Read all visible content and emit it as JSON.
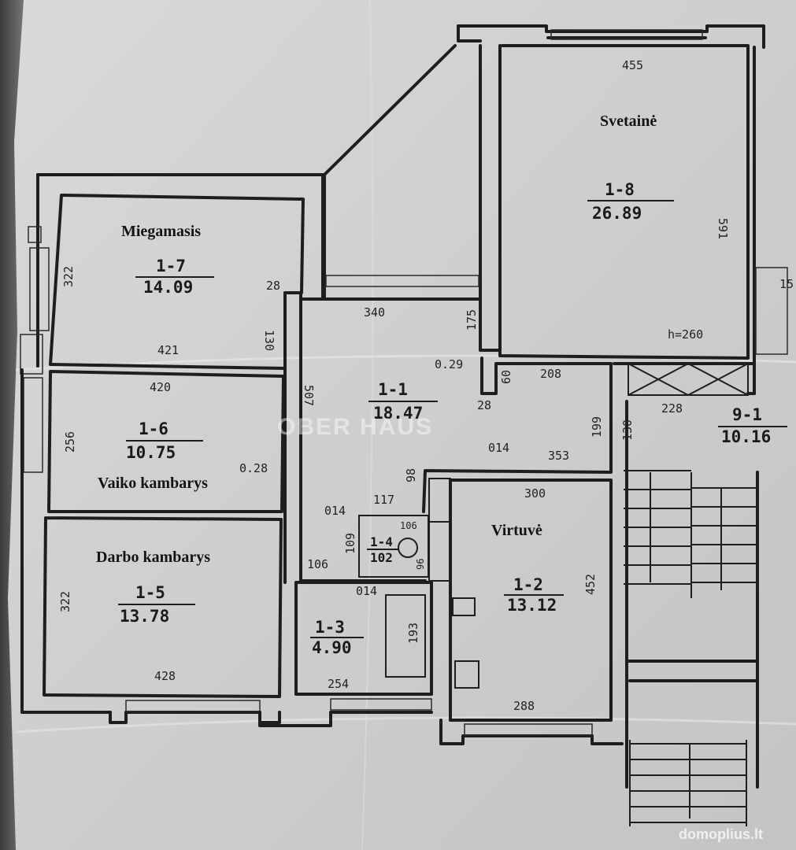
{
  "rooms": {
    "living": {
      "name": "Svetainė",
      "id": "1-8",
      "area": "26.89",
      "width": "455",
      "depth": "591",
      "height": "h=260"
    },
    "bedroom": {
      "name": "Miegamasis",
      "id": "1-7",
      "area": "14.09",
      "depth": "322",
      "width": "421",
      "side": "28"
    },
    "child": {
      "name": "Vaiko kambarys",
      "id": "1-6",
      "area": "10.75",
      "width": "420",
      "depth": "256",
      "side": "0.28"
    },
    "office": {
      "name": "Darbo kambarys",
      "id": "1-5",
      "area": "13.78",
      "depth": "322",
      "width": "428"
    },
    "hall": {
      "id": "1-1",
      "area": "18.47",
      "width": "340",
      "length": "507",
      "d175": "175",
      "d130": "130",
      "d029": "0.29",
      "d60": "60",
      "d28": "28",
      "d208": "208",
      "d353": "353",
      "d199": "199",
      "d014": "014",
      "d117": "117",
      "d98": "98"
    },
    "kitchen": {
      "name": "Virtuvė",
      "id": "1-2",
      "area": "13.12",
      "width": "300",
      "depth": "452",
      "bottom": "288"
    },
    "bath": {
      "id": "1-3",
      "area": "4.90",
      "width": "254",
      "d106": "106",
      "tub": "193",
      "d014": "014"
    },
    "wc": {
      "id": "1-4",
      "area": "102",
      "d014": "014",
      "d109": "109",
      "d106": "106",
      "d96": "96"
    },
    "common": {
      "id": "9-1",
      "area": "10.16",
      "d228": "228",
      "d130": "130",
      "d15": "15"
    }
  },
  "watermark": "OBER HAUS",
  "credit": "domoplius.lt"
}
